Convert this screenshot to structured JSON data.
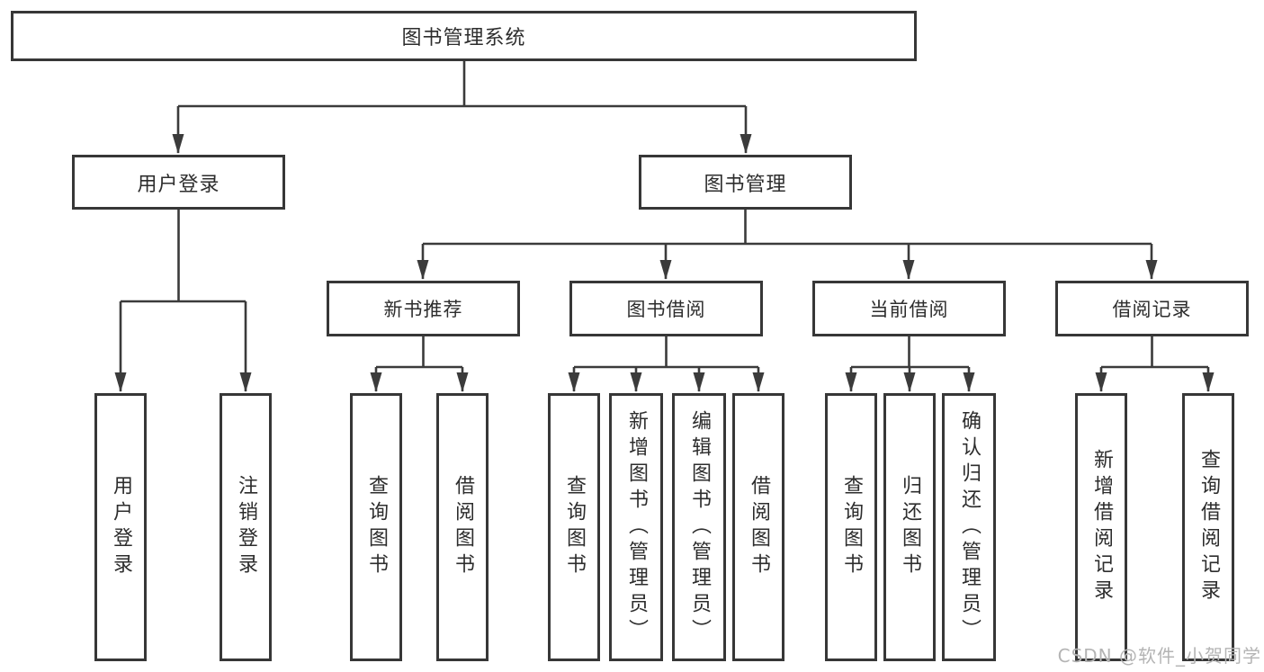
{
  "diagram": {
    "title_node": {
      "label": "图书管理系统"
    },
    "level2": [
      {
        "label": "用户登录"
      },
      {
        "label": "图书管理"
      }
    ],
    "level3": [
      {
        "label": "新书推荐"
      },
      {
        "label": "图书借阅"
      },
      {
        "label": "当前借阅"
      },
      {
        "label": "借阅记录"
      }
    ],
    "leaves": [
      {
        "label": "用户登录",
        "parent": "用户登录"
      },
      {
        "label": "注销登录",
        "parent": "用户登录"
      },
      {
        "label": "查询图书",
        "parent": "新书推荐"
      },
      {
        "label": "借阅图书",
        "parent": "新书推荐"
      },
      {
        "label": "查询图书",
        "parent": "图书借阅"
      },
      {
        "label": "新增图书（管理员）",
        "parent": "图书借阅"
      },
      {
        "label": "编辑图书（管理员）",
        "parent": "图书借阅"
      },
      {
        "label": "借阅图书",
        "parent": "图书借阅"
      },
      {
        "label": "查询图书",
        "parent": "当前借阅"
      },
      {
        "label": "归还图书",
        "parent": "当前借阅"
      },
      {
        "label": "确认归还（管理员）",
        "parent": "当前借阅"
      },
      {
        "label": "新增借阅记录",
        "parent": "借阅记录"
      },
      {
        "label": "查询借阅记录",
        "parent": "借阅记录"
      }
    ],
    "watermark": "CSDN @软件_小贺同学",
    "colors": {
      "line": "#3b3b3b",
      "box_border": "#373737",
      "box_fill": "#ffffff",
      "text": "#2d2d2d",
      "watermark": "#b4b4b4"
    }
  }
}
